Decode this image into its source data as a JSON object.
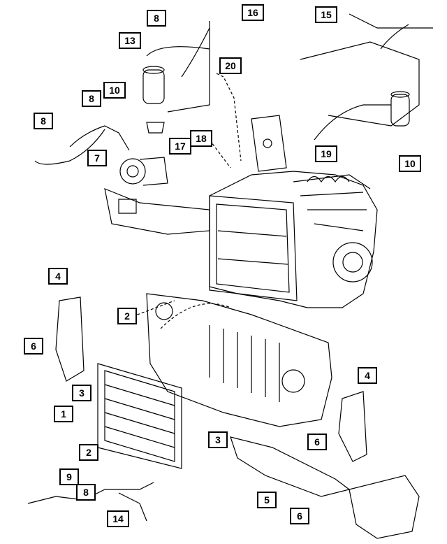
{
  "callouts": [
    {
      "key": "c8a",
      "number": "8"
    },
    {
      "key": "c16",
      "number": "16"
    },
    {
      "key": "c15",
      "number": "15"
    },
    {
      "key": "c13",
      "number": "13"
    },
    {
      "key": "c20",
      "number": "20"
    },
    {
      "key": "c10a",
      "number": "10"
    },
    {
      "key": "c8b",
      "number": "8"
    },
    {
      "key": "c8c",
      "number": "8"
    },
    {
      "key": "c18",
      "number": "18"
    },
    {
      "key": "c17",
      "number": "17"
    },
    {
      "key": "c7",
      "number": "7"
    },
    {
      "key": "c19",
      "number": "19"
    },
    {
      "key": "c10b",
      "number": "10"
    },
    {
      "key": "c4a",
      "number": "4"
    },
    {
      "key": "c2a",
      "number": "2"
    },
    {
      "key": "c6a",
      "number": "6"
    },
    {
      "key": "c3a",
      "number": "3"
    },
    {
      "key": "c4b",
      "number": "4"
    },
    {
      "key": "c1",
      "number": "1"
    },
    {
      "key": "c3b",
      "number": "3"
    },
    {
      "key": "c6b",
      "number": "6"
    },
    {
      "key": "c2b",
      "number": "2"
    },
    {
      "key": "c9",
      "number": "9"
    },
    {
      "key": "c8d",
      "number": "8"
    },
    {
      "key": "c5",
      "number": "5"
    },
    {
      "key": "c14",
      "number": "14"
    },
    {
      "key": "c6c",
      "number": "6"
    }
  ]
}
